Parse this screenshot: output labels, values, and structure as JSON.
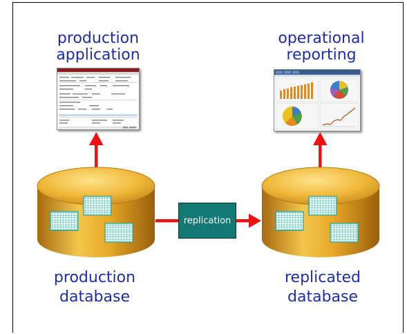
{
  "labels": {
    "production_application": [
      "production",
      "application"
    ],
    "operational_reporting": [
      "operational",
      "reporting"
    ],
    "production_database": [
      "production",
      "database"
    ],
    "replicated_database": [
      "replicated",
      "database"
    ],
    "replication": "replication"
  },
  "colors": {
    "label_text": "#1f2ea8",
    "arrow": "#ee1111",
    "replication_box": "#137a73",
    "database_gold": "#e7a624",
    "table_icon": "#19a9a0"
  }
}
